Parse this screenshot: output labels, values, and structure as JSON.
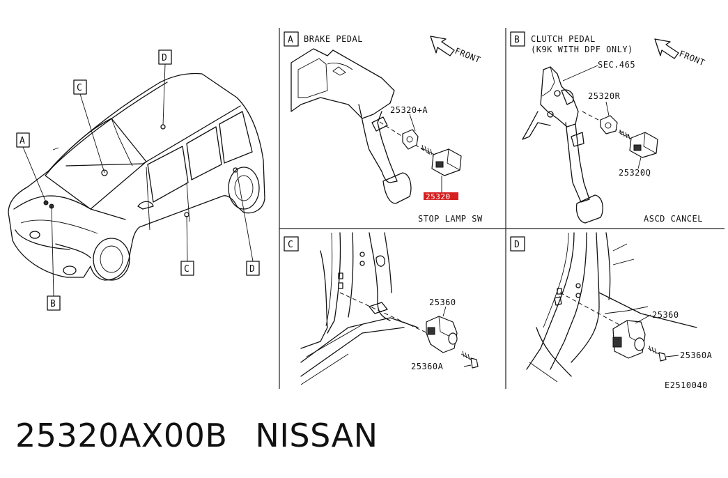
{
  "car_callouts": {
    "a": "A",
    "b": "B",
    "c_top": "C",
    "c_bottom": "C",
    "d_top": "D",
    "d_bottom": "D"
  },
  "panel_a": {
    "tag": "A",
    "title": "BRAKE PEDAL",
    "front": "FRONT",
    "part_nut": "25320+A",
    "part_switch_highlight": "25320",
    "caption": "STOP LAMP SW",
    "highlight_color": "#d62020"
  },
  "panel_b": {
    "tag": "B",
    "title_line1": "CLUTCH PEDAL",
    "title_line2": "(K9K WITH DPF ONLY)",
    "front": "FRONT",
    "sec_ref": "SEC.465",
    "part_nut": "25320R",
    "part_switch": "25320Q",
    "caption": "ASCD CANCEL"
  },
  "panel_c": {
    "tag": "C",
    "part_switch": "25360",
    "part_bolt": "25360A"
  },
  "panel_d": {
    "tag": "D",
    "part_switch": "25360",
    "part_bolt": "25360A"
  },
  "diagram_code": "E2510040",
  "caption": {
    "part_number": "25320AX00B",
    "brand": "NISSAN"
  }
}
